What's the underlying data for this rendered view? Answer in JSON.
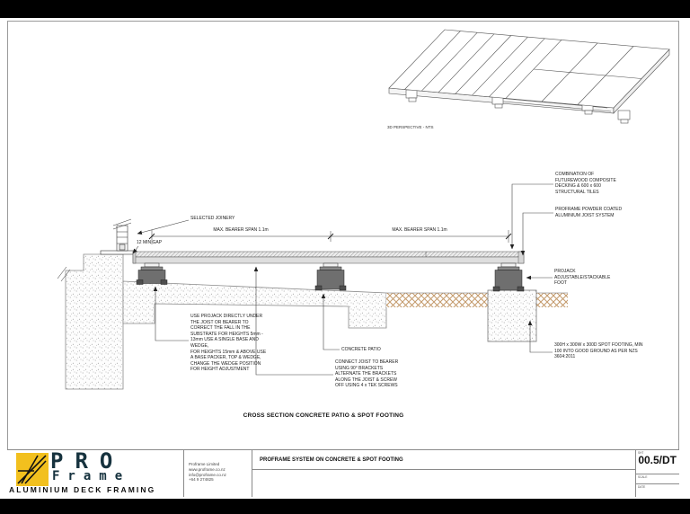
{
  "drawing": {
    "perspective_label": "3D PERSPECTIVE - NTS",
    "section_title": "CROSS SECTION CONCRETE PATIO & SPOT FOOTING"
  },
  "annotations": {
    "selected_joinery": "SELECTED JOINERY",
    "min_gap": "12 MIN GAP",
    "bearer_span_left": "MAX. BEARER SPAN 1.1m",
    "bearer_span_right": "MAX. BEARER SPAN 1.1m",
    "decking_combo": "COMBINATION OF\nFUTUREWOOD COMPOSITE\nDECKING & 600 x 600\nSTRUCTURAL TILES",
    "joist_system": "PROFRAME POWDER COATED\nALUMINIUM JOIST SYSTEM",
    "projack_foot": "PROJACK\nADJUSTABLE/STACKABLE\nFOOT",
    "projack_usage": "USE PROJACK DIRECTLY UNDER\nTHE JOIST OR BEARER TO\nCORRECT THE FALL IN THE\nSUBSTRATE FOR HEIGHTS 5mm -\n13mm USE A SINGLE BASE AND\nWEDGE,\nFOR HEIGHTS 15mm & ABOVE USE\nA BASE PACKER, TOP & WEDGE,\nCHANGE THE WEDGE POSITION\nFOR HEIGHT ADJUSTMENT",
    "concrete_patio": "CONCRETE PATIO",
    "connect_note": "CONNECT JOIST TO BEARER\nUSING 90° BRACKETS\nALTERNATE THE BRACKETS\nALONG THE JOIST & SCREW\nOFF USING 4 x TEK SCREWS",
    "spot_footing_note": "300H x 300W x 300D SPOT FOOTING, MIN\n100 INTO GOOD GROUND AS PER NZS\n3604:2011"
  },
  "title_block": {
    "logo_line1": "Pro",
    "logo_line2": "Frame",
    "logo_tagline": "ALUMINIUM DECK FRAMING",
    "company_details": "Proframe Limited\nwww.proframe.co.nz\ninfo@proframe.co.nz\n+64 9 274825",
    "drawing_title": "PROFRAME SYSTEM ON CONCRETE & SPOT FOOTING",
    "sheet_label": "SHT",
    "sheet_number": "00.5/DT",
    "scale_label": "SCALE",
    "date_label": "DATE"
  },
  "colors": {
    "logo_yellow": "#f2c01e",
    "logo_navy": "#16323e",
    "earth_hatch": "#c49a6b",
    "foot_grey": "#6f6f6f"
  }
}
